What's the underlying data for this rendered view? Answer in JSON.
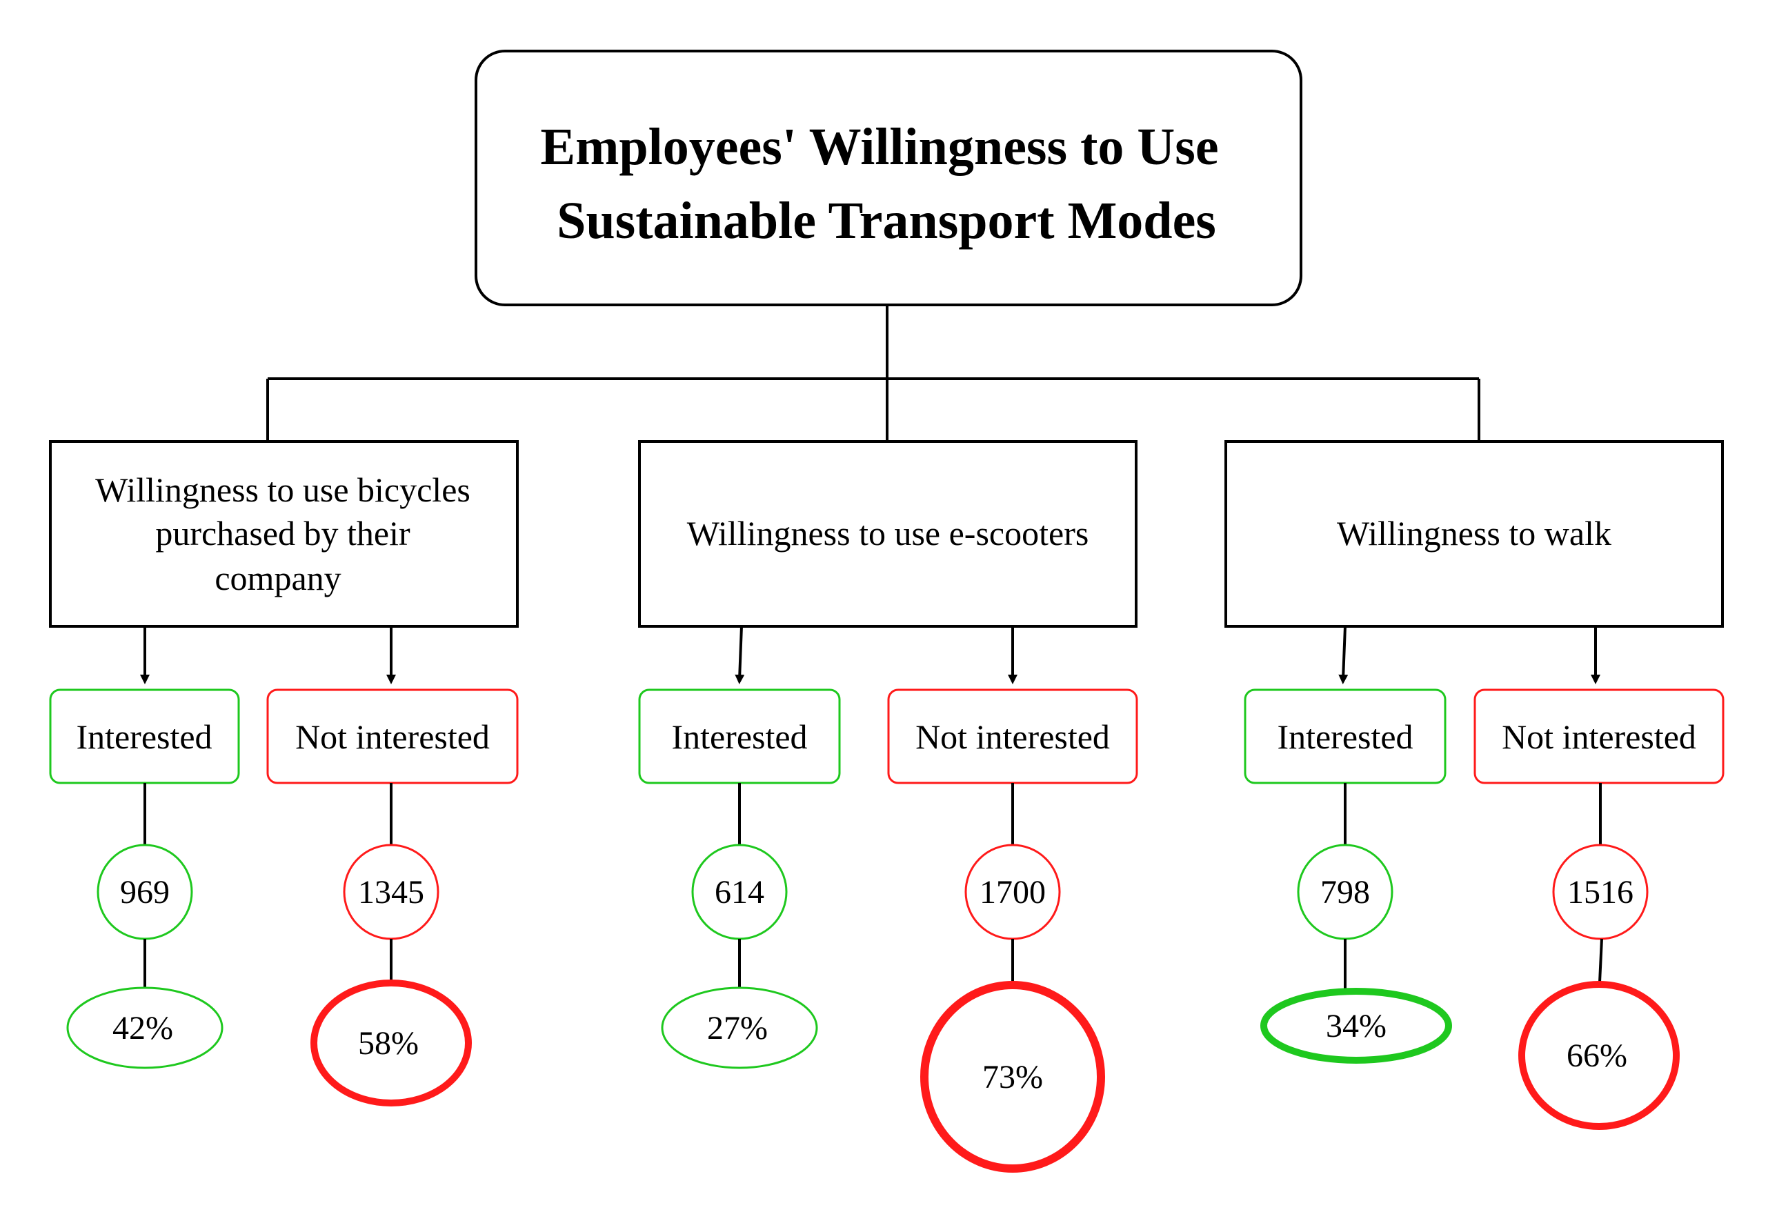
{
  "title": {
    "line1": "Employees' Willingness to Use",
    "line2": "Sustainable Transport Modes"
  },
  "colors": {
    "interested": "#1ec81e",
    "not_interested": "#ff1a1a",
    "line": "#000000"
  },
  "categories": [
    {
      "label_lines": [
        "Willingness to use bicycles",
        "purchased by their",
        "company"
      ],
      "interested": {
        "label": "Interested",
        "count": "969",
        "percent": "42%"
      },
      "not_interested": {
        "label": "Not interested",
        "count": "1345",
        "percent": "58%"
      }
    },
    {
      "label_lines": [
        "Willingness to use e-scooters"
      ],
      "interested": {
        "label": "Interested",
        "count": "614",
        "percent": "27%"
      },
      "not_interested": {
        "label": "Not interested",
        "count": "1700",
        "percent": "73%"
      }
    },
    {
      "label_lines": [
        "Willingness to walk"
      ],
      "interested": {
        "label": "Interested",
        "count": "798",
        "percent": "34%"
      },
      "not_interested": {
        "label": "Not interested",
        "count": "1516",
        "percent": "66%"
      }
    }
  ]
}
